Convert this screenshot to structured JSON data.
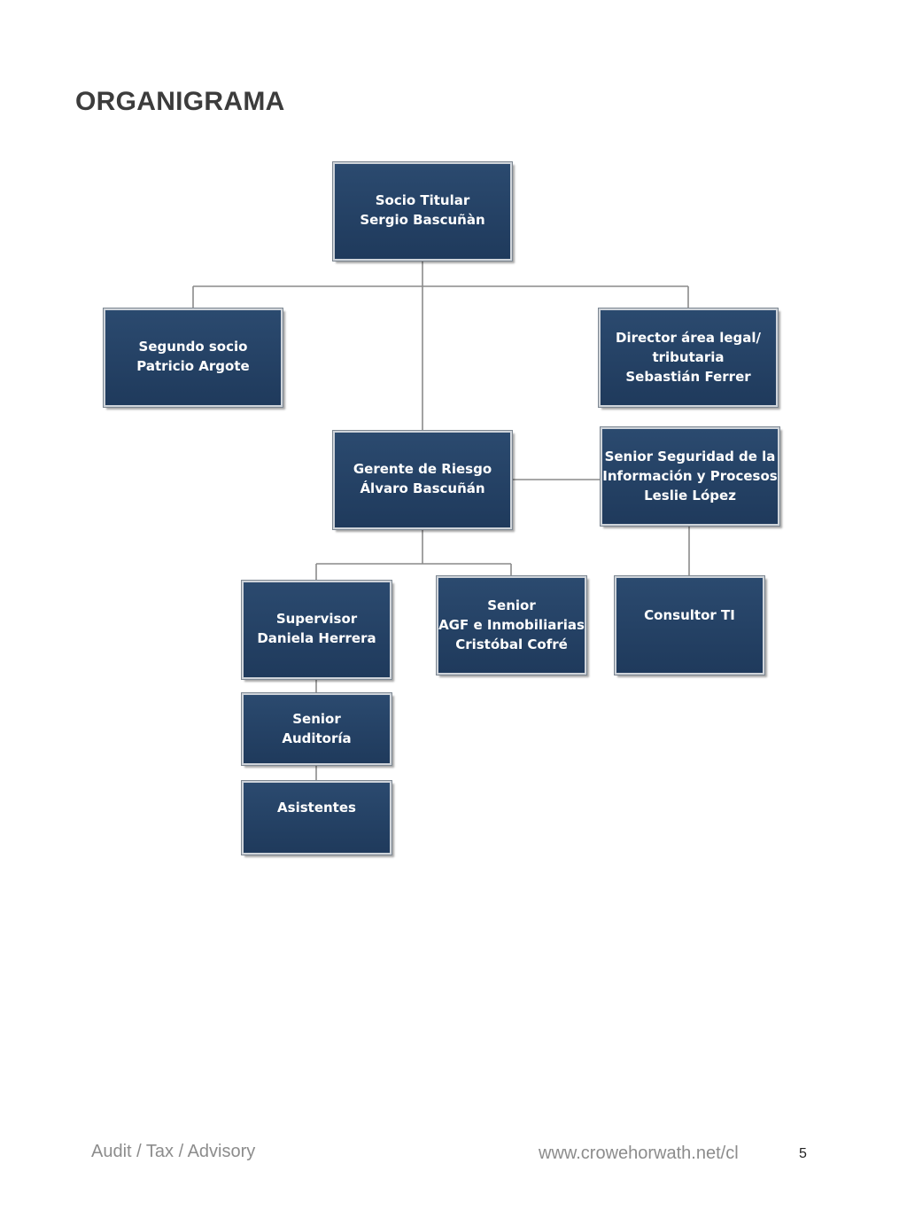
{
  "title": "ORGANIGRAMA",
  "colors": {
    "node_fill": "#24426a",
    "node_text": "#ffffff",
    "connector": "#8a8a8a",
    "title_text": "#3c3c3c",
    "footer_text": "#8c8c8c"
  },
  "org_chart": {
    "nodes": [
      {
        "id": "socio-titular",
        "lines": [
          "Socio Titular",
          "Sergio Bascuñàn"
        ]
      },
      {
        "id": "segundo-socio",
        "lines": [
          "Segundo socio",
          "Patricio Argote"
        ]
      },
      {
        "id": "director-legal",
        "lines": [
          "Director área legal/",
          "tributaria",
          "Sebastián Ferrer"
        ]
      },
      {
        "id": "gerente-riesgo",
        "lines": [
          "Gerente de Riesgo",
          "Álvaro Bascuñán"
        ]
      },
      {
        "id": "senior-seguridad",
        "lines": [
          "Senior Seguridad de la",
          "Información y Procesos",
          "Leslie López"
        ]
      },
      {
        "id": "supervisor",
        "lines": [
          "Supervisor",
          "Daniela Herrera"
        ]
      },
      {
        "id": "senior-agf",
        "lines": [
          "Senior",
          "AGF e Inmobiliarias",
          "Cristóbal  Cofré"
        ]
      },
      {
        "id": "consultor-ti",
        "lines": [
          "Consultor TI"
        ]
      },
      {
        "id": "senior-auditoria",
        "lines": [
          "Senior",
          "Auditoría"
        ]
      },
      {
        "id": "asistentes",
        "lines": [
          "Asistentes"
        ]
      }
    ],
    "relations": [
      [
        "socio-titular",
        "segundo-socio"
      ],
      [
        "socio-titular",
        "director-legal"
      ],
      [
        "socio-titular",
        "gerente-riesgo"
      ],
      [
        "gerente-riesgo",
        "senior-seguridad"
      ],
      [
        "gerente-riesgo",
        "supervisor"
      ],
      [
        "gerente-riesgo",
        "senior-agf"
      ],
      [
        "senior-seguridad",
        "consultor-ti"
      ],
      [
        "supervisor",
        "senior-auditoria"
      ],
      [
        "senior-auditoria",
        "asistentes"
      ]
    ]
  },
  "footer": {
    "left": "Audit / Tax / Advisory",
    "url": "www.crowehorwath.net/cl",
    "page": "5"
  }
}
